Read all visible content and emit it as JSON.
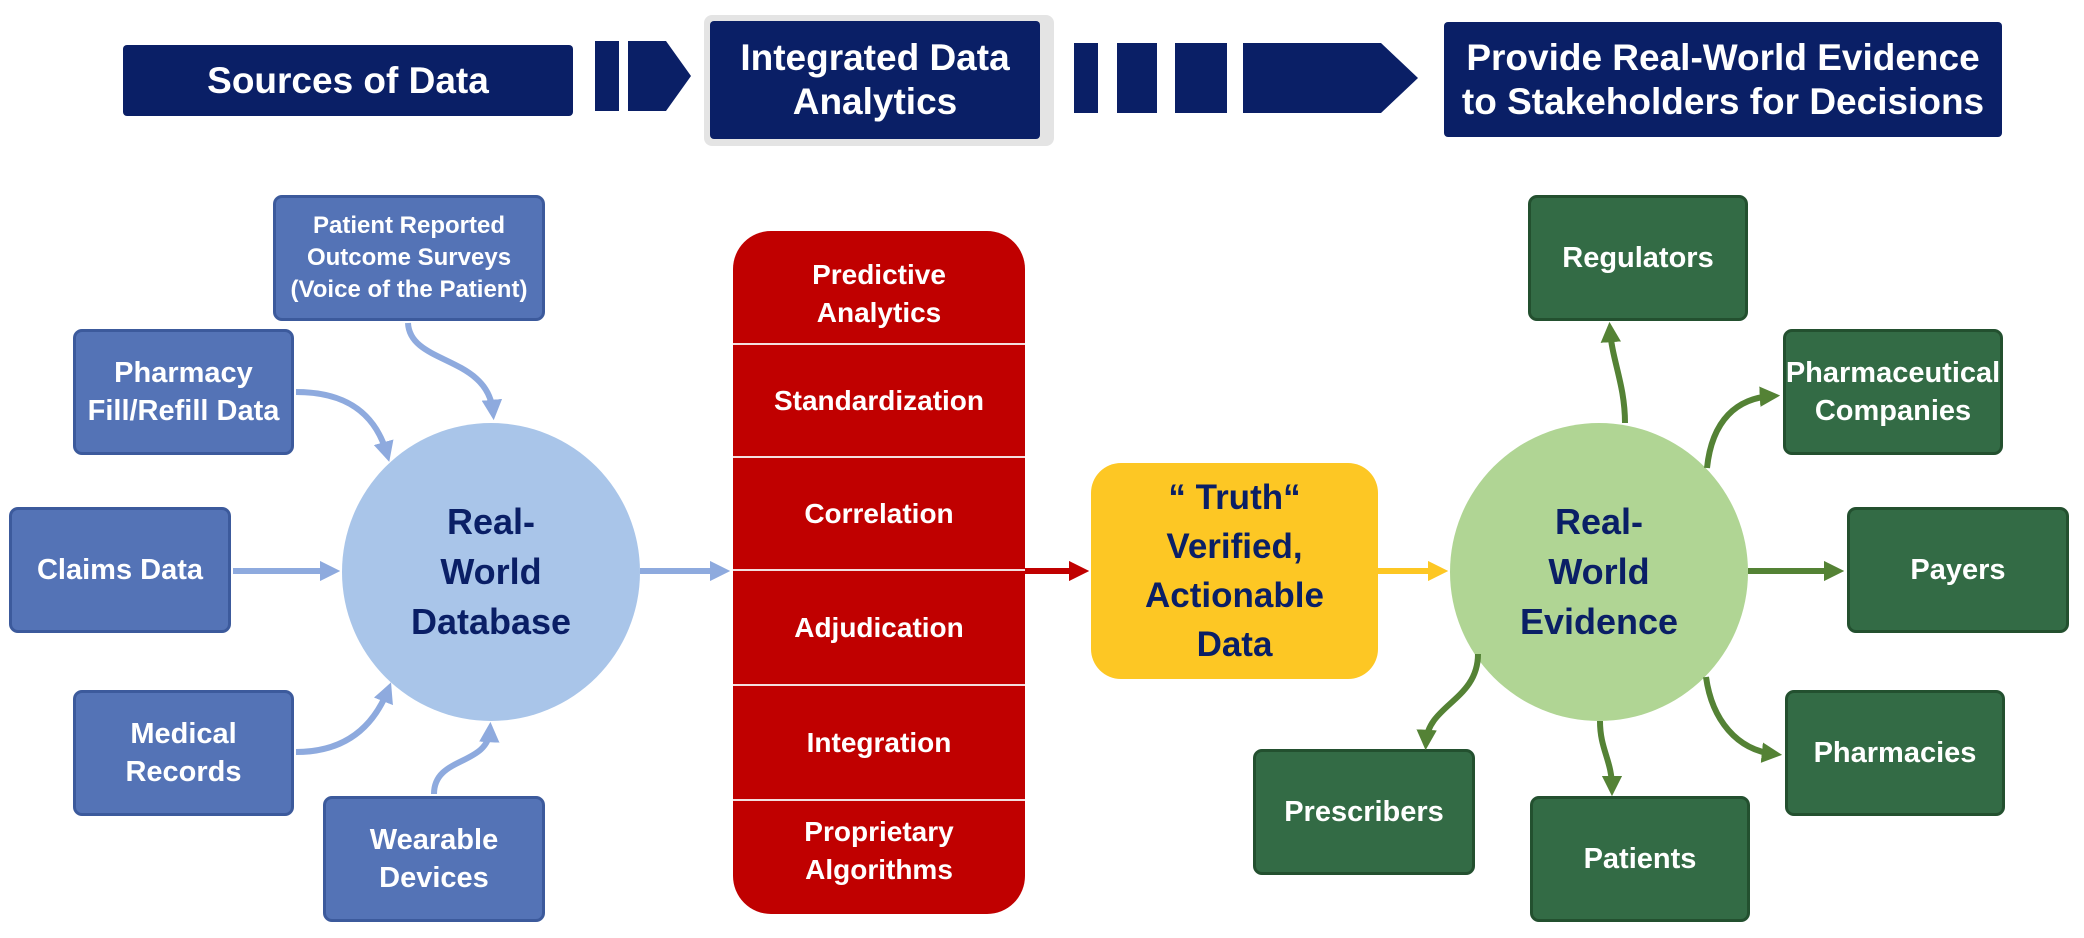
{
  "banners": {
    "sources": "Sources of Data",
    "analytics_line1": "Integrated Data",
    "analytics_line2": "Analytics",
    "evidence_line1": "Provide Real-World Evidence",
    "evidence_line2": "to Stakeholders for Decisions"
  },
  "sources": {
    "pro_line1": "Patient Reported",
    "pro_line2": "Outcome Surveys",
    "pro_line3": "(Voice of the Patient)",
    "pharmacy_line1": "Pharmacy",
    "pharmacy_line2": "Fill/Refill Data",
    "claims": "Claims Data",
    "medical_line1": "Medical",
    "medical_line2": "Records",
    "wearable_line1": "Wearable",
    "wearable_line2": "Devices"
  },
  "database": {
    "line1": "Real-",
    "line2": "World",
    "line3": "Database"
  },
  "analytics_layers": {
    "predictive_line1": "Predictive",
    "predictive_line2": "Analytics",
    "standardization": "Standardization",
    "correlation": "Correlation",
    "adjudication": "Adjudication",
    "integration": "Integration",
    "proprietary_line1": "Proprietary",
    "proprietary_line2": "Algorithms"
  },
  "truth": {
    "line1": "“ Truth“",
    "line2": "Verified,",
    "line3": "Actionable",
    "line4": "Data"
  },
  "evidence": {
    "line1": "Real-",
    "line2": "World",
    "line3": "Evidence"
  },
  "stakeholders": {
    "regulators": "Regulators",
    "pharma_line1": "Pharmaceutical",
    "pharma_line2": "Companies",
    "payers": "Payers",
    "pharmacies": "Pharmacies",
    "patients": "Patients",
    "prescribers": "Prescribers"
  },
  "colors": {
    "navy": "#0a1f66",
    "source_blue": "#5473b6",
    "database_blue": "#a9c5e9",
    "analytics_red": "#c00000",
    "truth_yellow": "#fdc724",
    "evidence_green": "#b0d594",
    "stakeholder_green": "#336b45",
    "arrow_blue": "#8eaade",
    "arrow_green": "#548235"
  }
}
